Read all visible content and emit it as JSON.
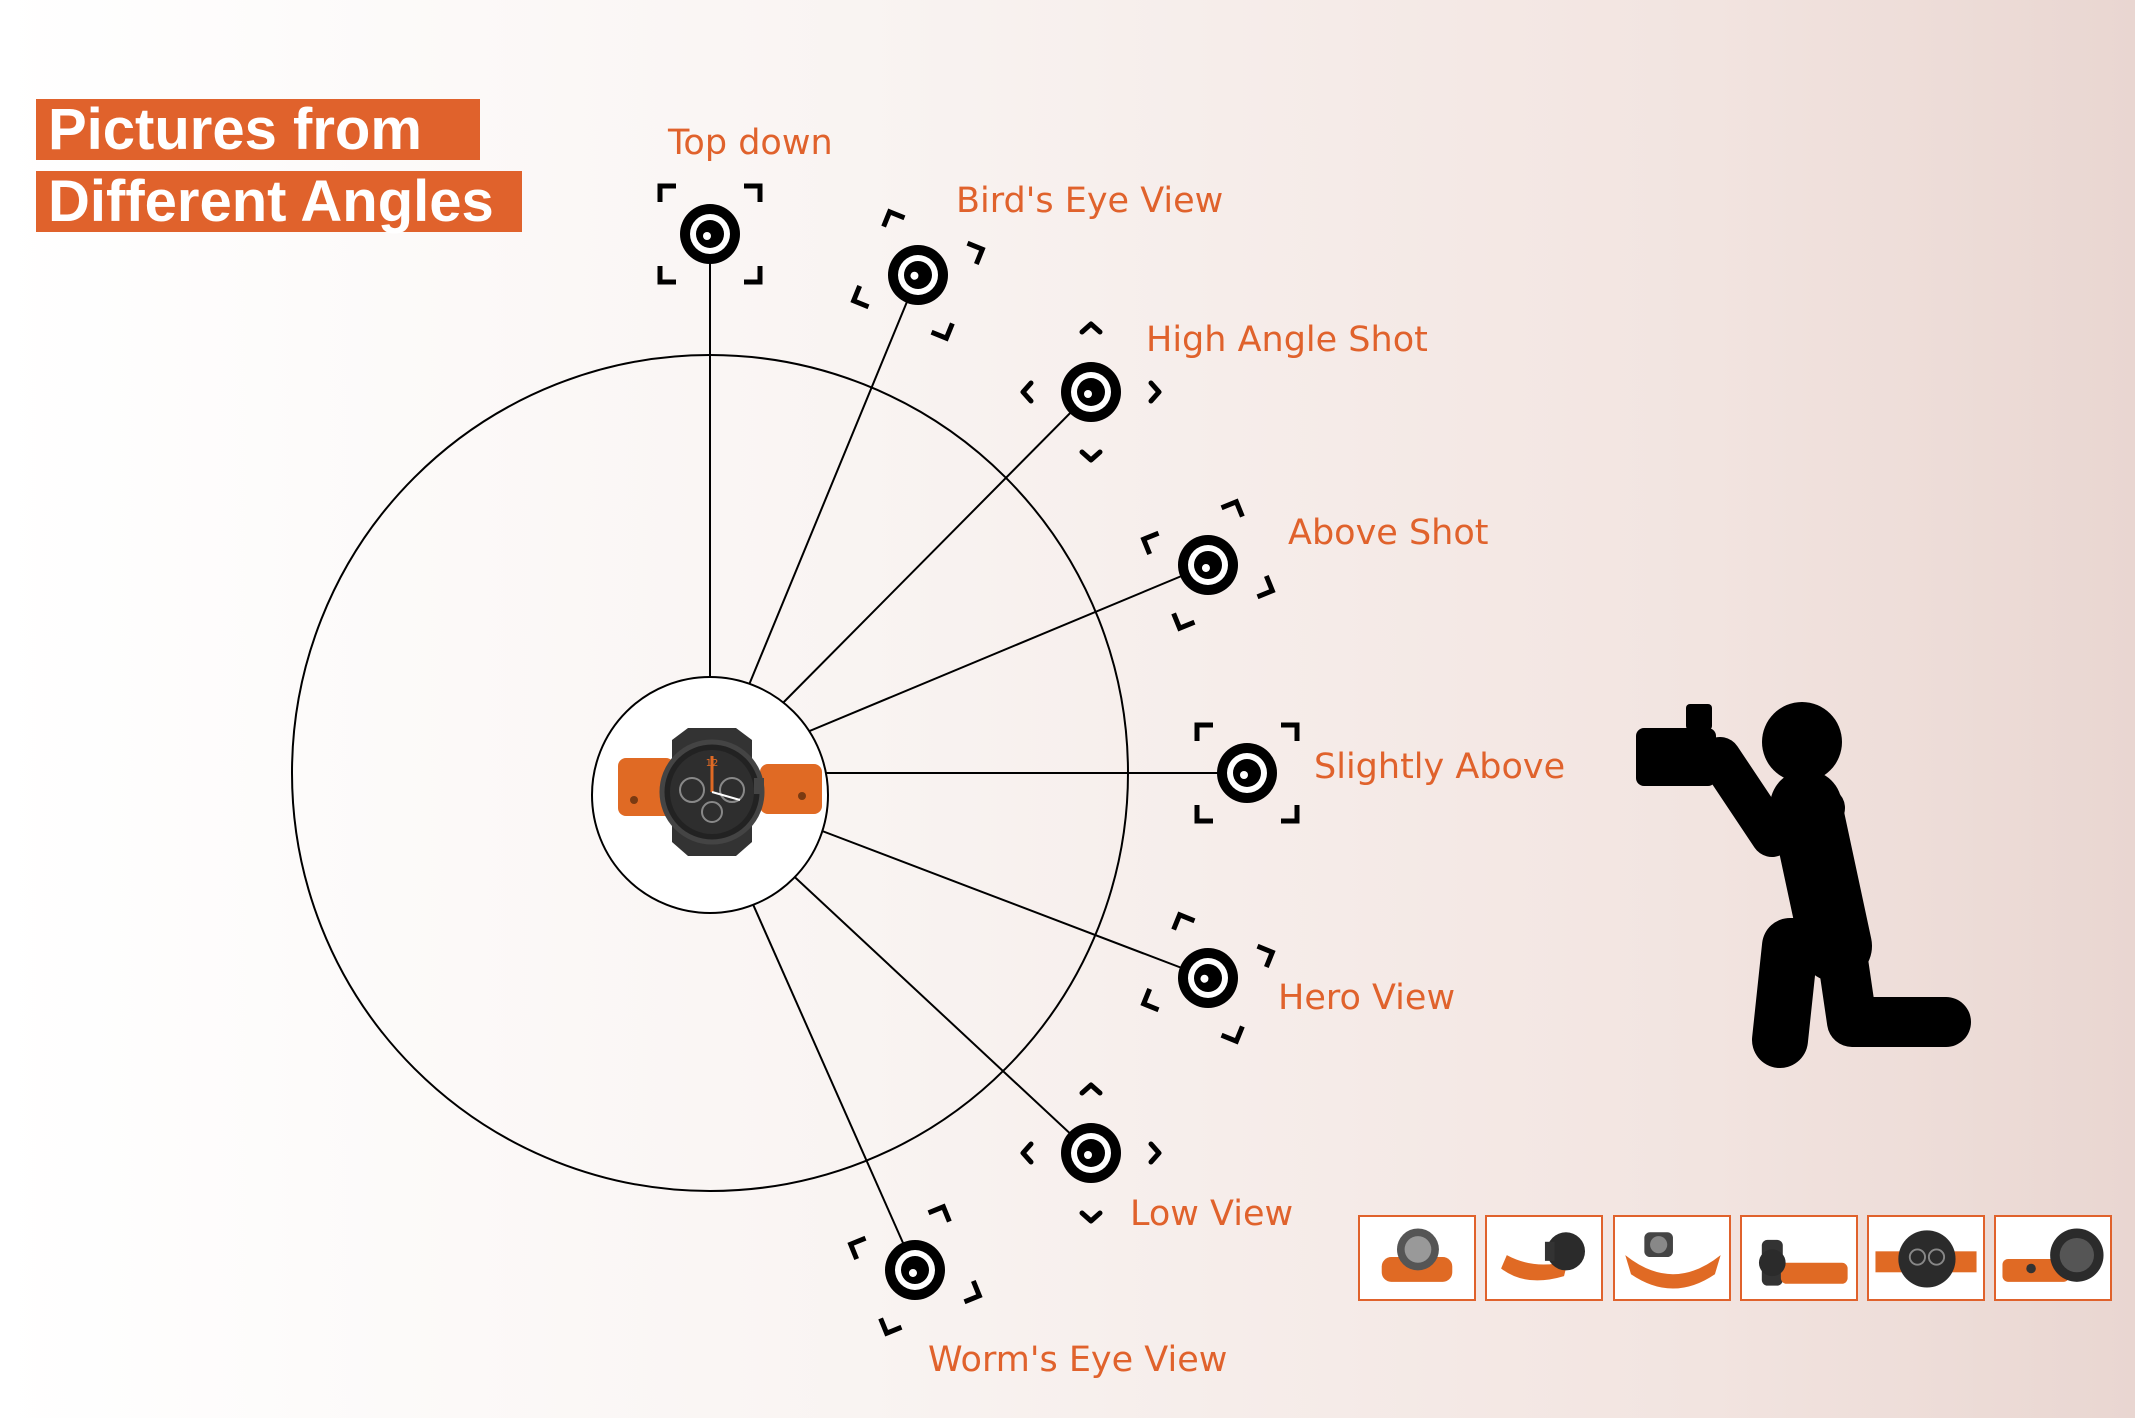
{
  "title": {
    "line1": "Pictures from",
    "line2": "Different Angles"
  },
  "angles": [
    {
      "id": "top-down",
      "label": "Top down",
      "icon": "camera-lens-icon"
    },
    {
      "id": "birds-eye-view",
      "label": "Bird's Eye View",
      "icon": "camera-lens-icon"
    },
    {
      "id": "high-angle-shot",
      "label": "High Angle Shot",
      "icon": "camera-lens-icon"
    },
    {
      "id": "above-shot",
      "label": "Above Shot",
      "icon": "camera-lens-icon"
    },
    {
      "id": "slightly-above",
      "label": "Slightly Above",
      "icon": "camera-lens-icon"
    },
    {
      "id": "hero-view",
      "label": "Hero View",
      "icon": "camera-lens-icon"
    },
    {
      "id": "low-view",
      "label": "Low View",
      "icon": "camera-lens-icon"
    },
    {
      "id": "worms-eye-view",
      "label": "Worm's Eye View",
      "icon": "camera-lens-icon"
    }
  ],
  "subject": {
    "icon": "wristwatch-icon"
  },
  "photographer": {
    "icon": "kneeling-photographer-icon"
  },
  "thumbnails": [
    {
      "icon": "watch-back-icon"
    },
    {
      "icon": "watch-side-strap-icon"
    },
    {
      "icon": "watch-open-strap-icon"
    },
    {
      "icon": "watch-profile-icon"
    },
    {
      "icon": "watch-front-icon"
    },
    {
      "icon": "watch-angled-icon"
    }
  ],
  "colors": {
    "accent": "#e0622c",
    "ink": "#000000",
    "strap": "#e06a24",
    "dial": "#2b2b2b"
  }
}
